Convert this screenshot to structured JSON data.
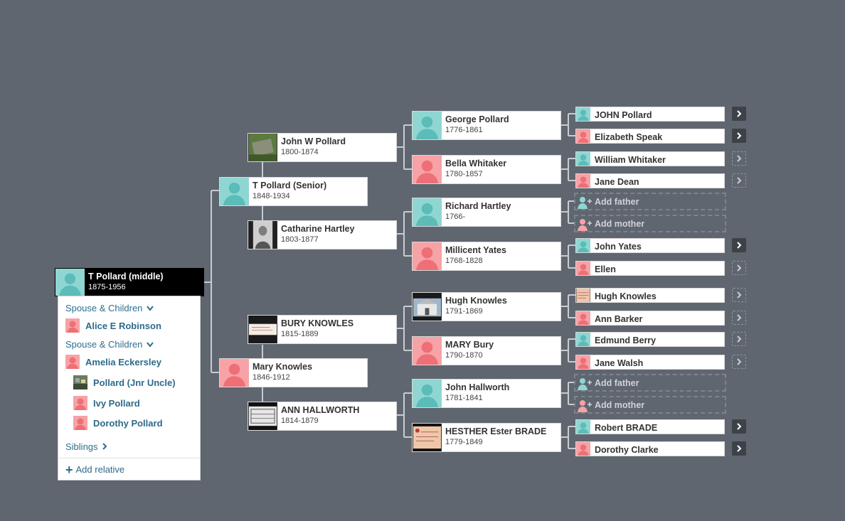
{
  "colors": {
    "background": "#5f6670",
    "male": "#8fd6d3",
    "female": "#f6a2a6",
    "link": "#2c6a8a"
  },
  "root": {
    "name": "T Pollard (middle)",
    "dates": "1875-1956"
  },
  "panel": {
    "spouse_sections": [
      {
        "title": "Spouse & Children",
        "spouse": "Alice E Robinson",
        "children": []
      },
      {
        "title": "Spouse & Children",
        "spouse": "Amelia Eckersley",
        "children": [
          "Pollard (Jnr Uncle)",
          "Ivy Pollard",
          "Dorothy Pollard"
        ]
      }
    ],
    "siblings_label": "Siblings",
    "add_relative_label": "Add relative",
    "dropdown_icon": "chevron-down-icon",
    "siblings_icon": "chevron-right-icon"
  },
  "generation1": [
    {
      "name": "T Pollard (Senior)",
      "dates": "1848-1934"
    },
    {
      "name": "Mary Knowles",
      "dates": "1846-1912"
    }
  ],
  "generation2": [
    {
      "name": "John W Pollard",
      "dates": "1800-1874"
    },
    {
      "name": "Catharine Hartley",
      "dates": "1803-1877"
    },
    {
      "name": "BURY KNOWLES",
      "dates": "1815-1889"
    },
    {
      "name": "ANN HALLWORTH",
      "dates": "1814-1879"
    }
  ],
  "generation3": [
    {
      "name": "George Pollard",
      "dates": "1776-1861"
    },
    {
      "name": "Bella Whitaker",
      "dates": "1780-1857"
    },
    {
      "name": "Richard Hartley",
      "dates": "1766-"
    },
    {
      "name": "Millicent Yates",
      "dates": "1768-1828"
    },
    {
      "name": "Hugh Knowles",
      "dates": "1791-1869"
    },
    {
      "name": "MARY Bury",
      "dates": "1790-1870"
    },
    {
      "name": "John Hallworth",
      "dates": "1781-1841"
    },
    {
      "name": "HESTHER Ester BRADE",
      "dates": "1779-1849"
    }
  ],
  "generation4": [
    {
      "name": "JOHN Pollard"
    },
    {
      "name": "Elizabeth Speak"
    },
    {
      "name": "William Whitaker"
    },
    {
      "name": "Jane Dean"
    },
    {
      "add": "Add father"
    },
    {
      "add": "Add mother"
    },
    {
      "name": "John Yates"
    },
    {
      "name": "Ellen"
    },
    {
      "name": "Hugh Knowles"
    },
    {
      "name": "Ann Barker"
    },
    {
      "name": "Edmund Berry"
    },
    {
      "name": "Jane Walsh"
    },
    {
      "add": "Add father"
    },
    {
      "add": "Add mother"
    },
    {
      "name": "Robert BRADE"
    },
    {
      "name": "Dorothy Clarke"
    }
  ]
}
